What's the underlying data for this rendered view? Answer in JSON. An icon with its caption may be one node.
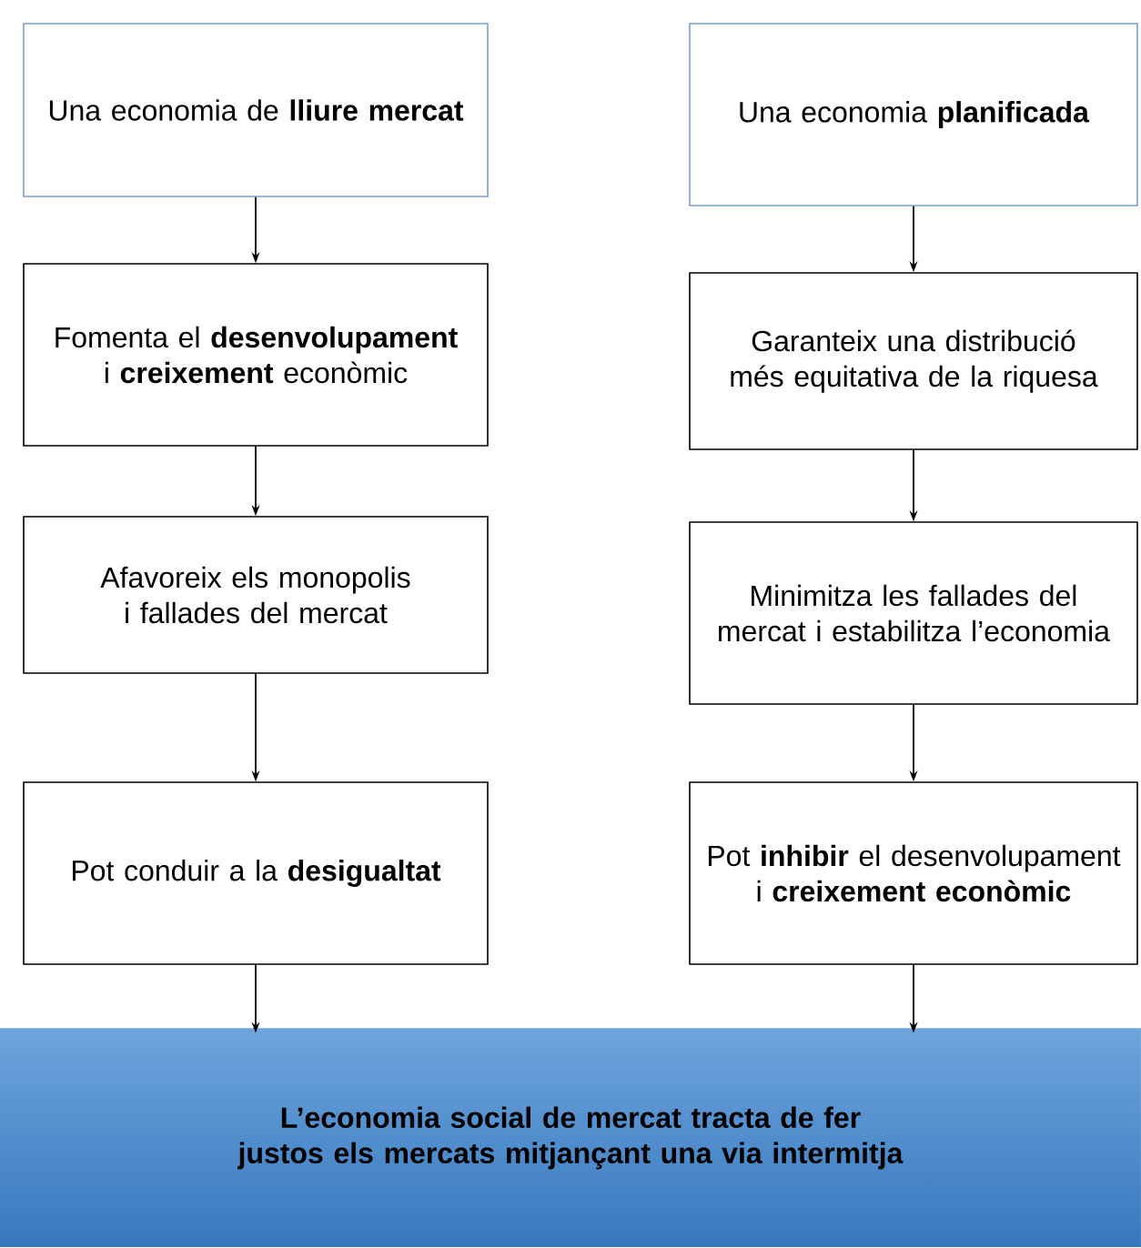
{
  "diagram": {
    "nodes": [
      {
        "text": [
          "Una economia de **lliure mercat**"
        ]
      },
      {
        "text": [
          "Fomenta el **desenvolupament** i **creixement** econòmic"
        ]
      },
      {
        "text": [
          "Afavoreix els monopolis i fallades del mercat"
        ]
      },
      {
        "text": [
          "Pot conduir a la **desigualtat**"
        ]
      },
      {
        "text": [
          "Una economia **planificada**"
        ]
      },
      {
        "text": [
          "Garanteix una distribució més equitativa de la riquesa"
        ]
      },
      {
        "text": [
          "Minimitza les fallades del mercat i estabilitza l’economia"
        ]
      },
      {
        "text": [
          "Pot **inhibir** el desenvolupament i **creixement econòmic**"
        ]
      },
      {
        "text": [
          "L’economia social de mercat tracta de fer justos els mercats mitjançant una via intermitja"
        ]
      }
    ],
    "edges": [
      {
        "from": 0,
        "to": 1,
        "arrow": "to"
      },
      {
        "from": 1,
        "to": 2,
        "arrow": "to"
      },
      {
        "from": 2,
        "to": 3,
        "arrow": "to"
      },
      {
        "from": 3,
        "to": 8,
        "arrow": "to"
      },
      {
        "from": 4,
        "to": 5,
        "arrow": "to"
      },
      {
        "from": 5,
        "to": 6,
        "arrow": "to"
      },
      {
        "from": 6,
        "to": 7,
        "arrow": "to"
      },
      {
        "from": 7,
        "to": 8,
        "arrow": "to"
      }
    ]
  }
}
